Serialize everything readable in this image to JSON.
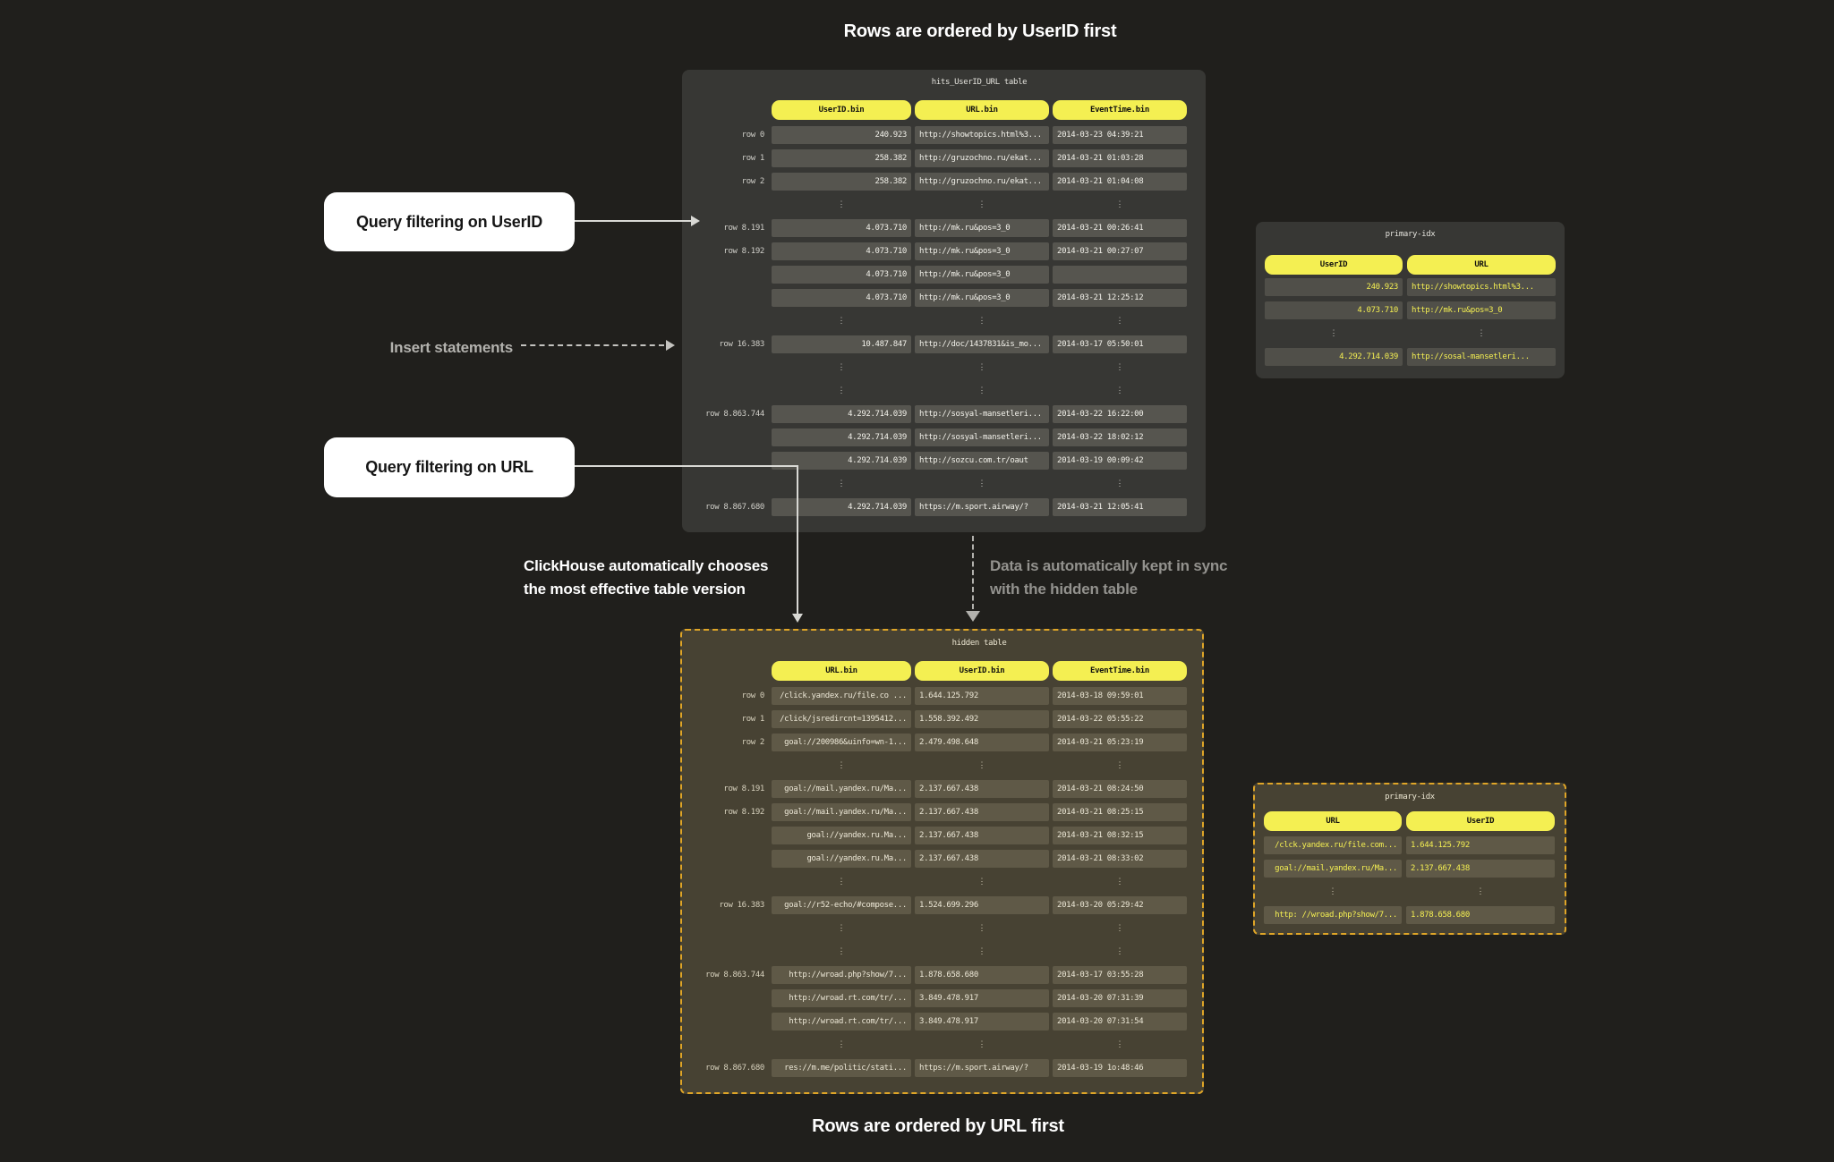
{
  "captions": {
    "top": "Rows are ordered by UserID first",
    "bottom": "Rows are ordered by URL first"
  },
  "annotations": {
    "query_userid": "Query filtering on UserID",
    "insert_statements": "Insert statements",
    "query_url": "Query filtering on URL",
    "clickhouse_line1": "ClickHouse automatically chooses",
    "clickhouse_line2": "the most effective table version",
    "sync_line1": "Data is automatically kept in sync",
    "sync_line2": "with the hidden table"
  },
  "colors": {
    "background": "#201f1c",
    "panel_gray": "#373734",
    "panel_brown": "#474233",
    "cell_gray": "#56554f",
    "cell_brown": "#5f5947",
    "accent_yellow": "#f4ef52",
    "dashed_border_gold": "#dfa527",
    "arrow_light": "#d8d8d4",
    "arrow_gray": "#b2b1ad"
  },
  "tables": {
    "hits": {
      "title": "hits_UserID_URL table",
      "columns": [
        "UserID.bin",
        "URL.bin",
        "EventTime.bin"
      ],
      "aligns": [
        "right",
        "left",
        "left"
      ],
      "rows": [
        {
          "label": "row 0",
          "cells": [
            "240.923",
            "http://showtopics.html%3...",
            "2014-03-23 04:39:21"
          ]
        },
        {
          "label": "row 1",
          "cells": [
            "258.382",
            "http://gruzochno.ru/ekat...",
            "2014-03-21 01:03:28"
          ]
        },
        {
          "label": "row 2",
          "cells": [
            "258.382",
            "http://gruzochno.ru/ekat...",
            "2014-03-21 01:04:08"
          ]
        },
        {
          "dots": true
        },
        {
          "label": "row 8.191",
          "cells": [
            "4.073.710",
            "http://mk.ru&pos=3_0",
            "2014-03-21 00:26:41"
          ]
        },
        {
          "label": "row 8.192",
          "cells": [
            "4.073.710",
            "http://mk.ru&pos=3_0",
            "2014-03-21 00:27:07"
          ]
        },
        {
          "label": "",
          "cells": [
            "4.073.710",
            "http://mk.ru&pos=3_0",
            ""
          ]
        },
        {
          "label": "",
          "cells": [
            "4.073.710",
            "http://mk.ru&pos=3_0",
            "2014-03-21 12:25:12"
          ]
        },
        {
          "dots": true
        },
        {
          "label": "row 16.383",
          "cells": [
            "10.487.847",
            "http://doc/1437831&is_mo...",
            "2014-03-17 05:50:01"
          ]
        },
        {
          "dots": true
        },
        {
          "dots": true
        },
        {
          "label": "row 8.863.744",
          "cells": [
            "4.292.714.039",
            "http://sosyal-mansetleri...",
            "2014-03-22 16:22:00"
          ]
        },
        {
          "label": "",
          "cells": [
            "4.292.714.039",
            "http://sosyal-mansetleri...",
            "2014-03-22 18:02:12"
          ]
        },
        {
          "label": "",
          "cells": [
            "4.292.714.039",
            "http://sozcu.com.tr/oaut",
            "2014-03-19 00:09:42"
          ]
        },
        {
          "dots": true
        },
        {
          "label": "row 8.867.680",
          "cells": [
            "4.292.714.039",
            "https://m.sport.airway/?",
            "2014-03-21 12:05:41"
          ]
        }
      ]
    },
    "hidden": {
      "title": "hidden table",
      "columns": [
        "URL.bin",
        "UserID.bin",
        "EventTime.bin"
      ],
      "aligns": [
        "right",
        "left",
        "left"
      ],
      "rows": [
        {
          "label": "row 0",
          "cells": [
            "/click.yandex.ru/file.co ...",
            "1.644.125.792",
            "2014-03-18 09:59:01"
          ]
        },
        {
          "label": "row 1",
          "cells": [
            "/click/jsredircnt=1395412...",
            "1.558.392.492",
            "2014-03-22 05:55:22"
          ]
        },
        {
          "label": "row 2",
          "cells": [
            "goal://200986&uinfo=wn-1...",
            "2.479.498.648",
            "2014-03-21 05:23:19"
          ]
        },
        {
          "dots": true
        },
        {
          "label": "row 8.191",
          "cells": [
            "goal://mail.yandex.ru/Ma...",
            "2.137.667.438",
            "2014-03-21 08:24:50"
          ]
        },
        {
          "label": "row 8.192",
          "cells": [
            "goal://mail.yandex.ru/Ma...",
            "2.137.667.438",
            "2014-03-21 08:25:15"
          ]
        },
        {
          "label": "",
          "cells": [
            "goal://yandex.ru.Ma...",
            "2.137.667.438",
            "2014-03-21 08:32:15"
          ]
        },
        {
          "label": "",
          "cells": [
            "goal://yandex.ru.Ma...",
            "2.137.667.438",
            "2014-03-21 08:33:02"
          ]
        },
        {
          "dots": true
        },
        {
          "label": "row 16.383",
          "cells": [
            "goal://r52-echo/#compose...",
            "1.524.699.296",
            "2014-03-20 05:29:42"
          ]
        },
        {
          "dots": true
        },
        {
          "dots": true
        },
        {
          "label": "row 8.863.744",
          "cells": [
            "http://wroad.php?show/7...",
            "1.878.658.680",
            "2014-03-17 03:55:28"
          ]
        },
        {
          "label": "",
          "cells": [
            "http://wroad.rt.com/tr/...",
            "3.849.478.917",
            "2014-03-20 07:31:39"
          ]
        },
        {
          "label": "",
          "cells": [
            "http://wroad.rt.com/tr/...",
            "3.849.478.917",
            "2014-03-20 07:31:54"
          ]
        },
        {
          "dots": true
        },
        {
          "label": "row 8.867.680",
          "cells": [
            "res://m.me/politic/stati...",
            "https://m.sport.airway/?",
            "2014-03-19 1o:48:46"
          ]
        }
      ]
    },
    "idx_top": {
      "title": "primary-idx",
      "columns": [
        "UserID",
        "URL"
      ],
      "aligns": [
        "right",
        "left"
      ],
      "rows": [
        {
          "cells": [
            "240.923",
            "http://showtopics.html%3..."
          ]
        },
        {
          "cells": [
            "4.073.710",
            "http://mk.ru&pos=3_0"
          ]
        },
        {
          "dots": true
        },
        {
          "cells": [
            "4.292.714.039",
            "http://sosal-mansetleri..."
          ]
        }
      ]
    },
    "idx_bottom": {
      "title": "primary-idx",
      "columns": [
        "URL",
        "UserID"
      ],
      "aligns": [
        "right",
        "left"
      ],
      "rows": [
        {
          "cells": [
            "/clck.yandex.ru/file.com...",
            "1.644.125.792"
          ]
        },
        {
          "cells": [
            "goal://mail.yandex.ru/Ma...",
            "2.137.667.438"
          ]
        },
        {
          "dots": true
        },
        {
          "cells": [
            "http: //wroad.php?show/7...",
            "1.878.658.680"
          ]
        }
      ]
    }
  }
}
